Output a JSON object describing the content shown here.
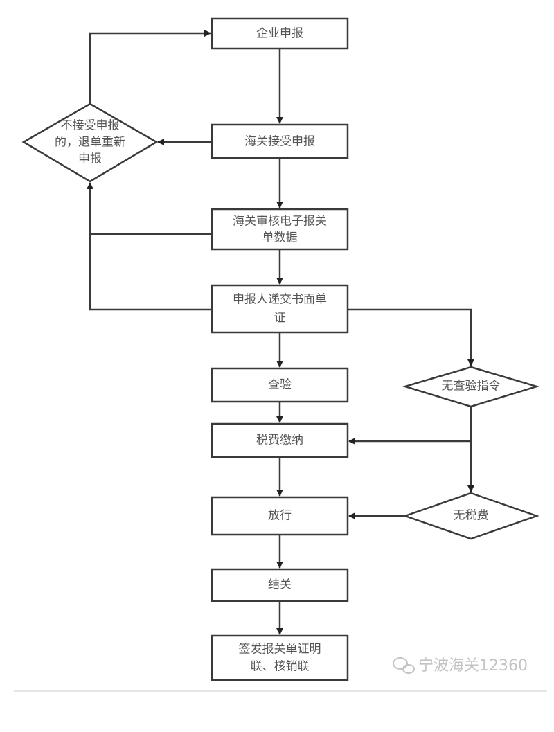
{
  "nodes": {
    "enterprise_declare": {
      "lines": [
        "企业申报"
      ]
    },
    "customs_accept": {
      "lines": [
        "海关接受申报"
      ]
    },
    "reject": {
      "lines": [
        "不接受申报",
        "的，退单重新",
        "申报"
      ]
    },
    "review_data": {
      "lines": [
        "海关审核电子报关",
        "单数据"
      ]
    },
    "submit_docs": {
      "lines": [
        "申报人递交书面单",
        "证"
      ]
    },
    "inspection": {
      "lines": [
        "查验"
      ]
    },
    "no_inspection": {
      "lines": [
        "无查验指令"
      ]
    },
    "tax_payment": {
      "lines": [
        "税费缴纳"
      ]
    },
    "release": {
      "lines": [
        "放行"
      ]
    },
    "no_tax": {
      "lines": [
        "无税费"
      ]
    },
    "clearance": {
      "lines": [
        "结关"
      ]
    },
    "issue_certs": {
      "lines": [
        "签发报关单证明",
        "联、核销联"
      ]
    }
  },
  "watermark": "宁波海关12360",
  "colors": {
    "line": "#3a3a3a",
    "text": "#555555",
    "watermark": "#c4c4c4"
  }
}
